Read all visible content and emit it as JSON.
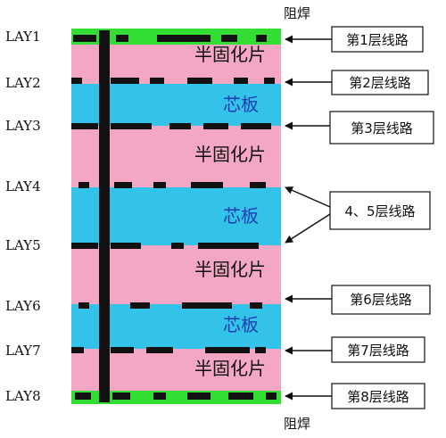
{
  "solder_mask_top": "阻焊",
  "solder_mask_bottom": "阻焊",
  "layer_labels": [
    "LAY1",
    "LAY2",
    "LAY3",
    "LAY4",
    "LAY5",
    "LAY6",
    "LAY7",
    "LAY8"
  ],
  "materials": {
    "prepreg_1": "半固化片",
    "core_1": "芯板",
    "prepreg_2": "半固化片",
    "core_2": "芯板",
    "prepreg_3": "半固化片",
    "core_3": "芯板",
    "prepreg_4": "半固化片"
  },
  "callouts": {
    "c1": "第1层线路",
    "c2": "第2层线路",
    "c3": "第3层线路",
    "c45": "4、5层线路",
    "c6": "第6层线路",
    "c7": "第7层线路",
    "c8": "第8层线路"
  },
  "colors": {
    "prepreg": "#f4a7c5",
    "core": "#33c3e8",
    "solder_mask": "#33dd33",
    "copper": "#111111",
    "core_text": "#1f3fb0"
  }
}
